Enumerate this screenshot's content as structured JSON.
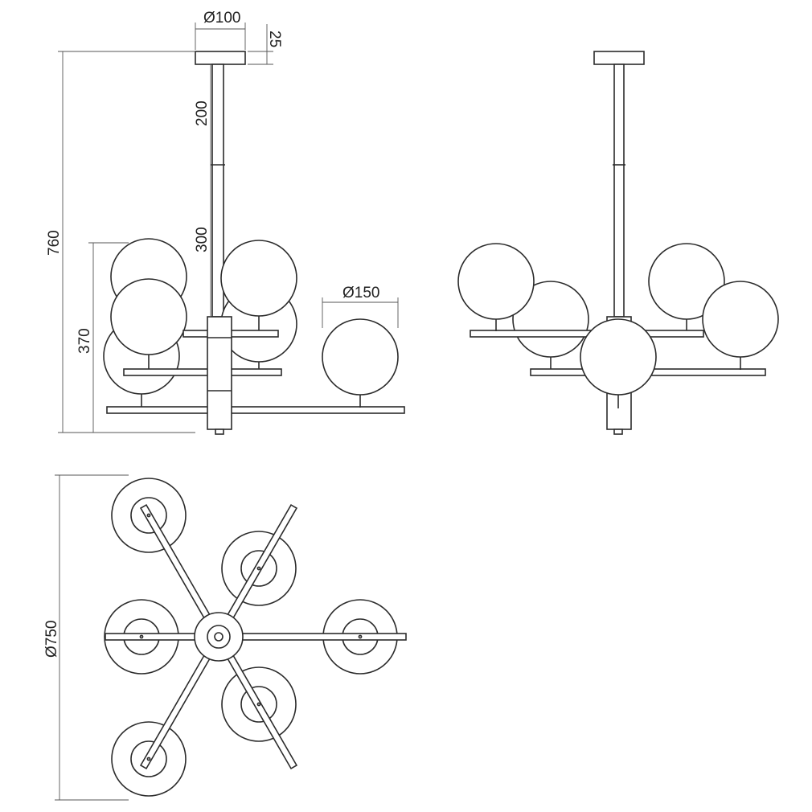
{
  "dimensions": {
    "canopy_diameter": "Ø100",
    "canopy_height": "25",
    "rod_upper": "200",
    "rod_lower": "300",
    "total_height": "760",
    "body_height": "370",
    "globe_diameter": "Ø150",
    "overall_diameter": "Ø750"
  },
  "colors": {
    "line": "#2b2b2b",
    "dimension_line": "#555555",
    "background": "#ffffff"
  }
}
